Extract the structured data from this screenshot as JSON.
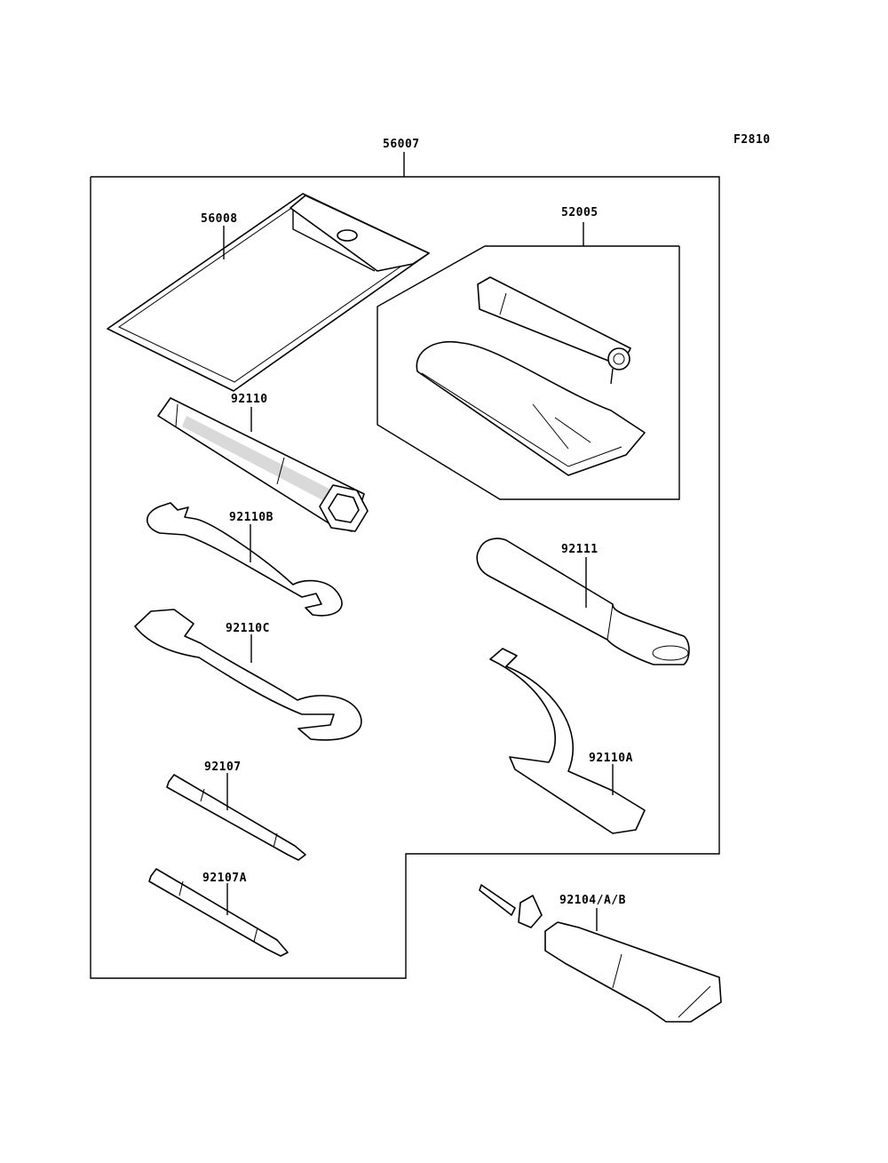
{
  "figure_code": "F2810",
  "parts": {
    "kit": "56007",
    "pouch": "56008",
    "pump_kit": "52005",
    "box_wrench": "92110",
    "wrench_b": "92110B",
    "wrench_c": "92110C",
    "screwdriver": "92107",
    "screwdriver_a": "92107A",
    "handle": "92111",
    "hook_wrench": "92110A",
    "repair_tube": "92104/A/B"
  }
}
